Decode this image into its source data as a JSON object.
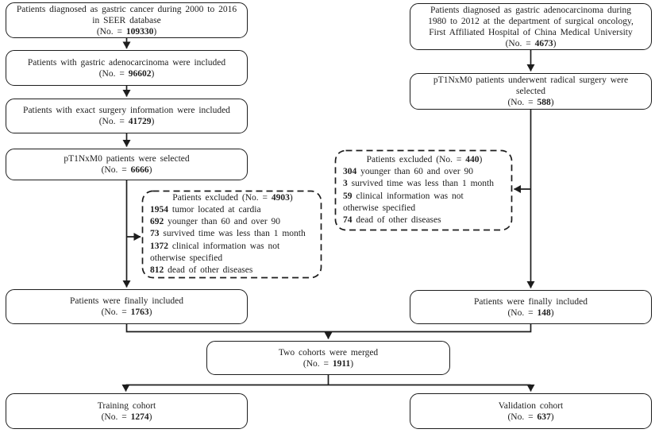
{
  "figure": {
    "background": "#ffffff",
    "ink": "#1d1d1d"
  },
  "no_format": {
    "prefix": "(No. = ",
    "suffix": ")"
  },
  "left": {
    "source": {
      "lines": [
        "Patients diagnosed as gastric cancer during 2000 to 2016",
        "in SEER database"
      ],
      "no": "109330"
    },
    "adeno": {
      "lines": [
        "Patients with gastric adenocarcinoma were included"
      ],
      "no": "96602"
    },
    "surgery": {
      "lines": [
        "Patients with exact surgery information were included"
      ],
      "no": "41729"
    },
    "pt1": {
      "lines": [
        "pT1NxM0 patients were selected"
      ],
      "no": "6666"
    },
    "excluded": {
      "title": "Patients excluded",
      "no": "4903",
      "items": [
        {
          "count": "1954",
          "text": "tumor located at cardia"
        },
        {
          "count": "692",
          "text": "younger than 60 and over 90"
        },
        {
          "count": "73",
          "text": "survived time was less than 1 month"
        },
        {
          "count": "1372",
          "text": "clinical information was not otherwise specified"
        },
        {
          "count": "812",
          "text": "dead of other diseases"
        }
      ]
    },
    "final": {
      "lines": [
        "Patients were finally included"
      ],
      "no": "1763"
    }
  },
  "right": {
    "source": {
      "lines": [
        "Patients diagnosed as gastric adenocarcinoma during",
        "1980 to 2012 at the department of surgical oncology,",
        "First Affiliated Hospital of China Medical University"
      ],
      "no": "4673"
    },
    "pt1": {
      "lines": [
        "pT1NxM0 patients underwent radical surgery were",
        "selected"
      ],
      "no": "588"
    },
    "excluded": {
      "title": "Patients excluded",
      "no": "440",
      "items": [
        {
          "count": "304",
          "text": "younger than 60 and over 90"
        },
        {
          "count": "3",
          "text": "survived time was less than 1 month"
        },
        {
          "count": "59",
          "text": "clinical information was not otherwise specified"
        },
        {
          "count": "74",
          "text": "dead of other diseases"
        }
      ]
    },
    "final": {
      "lines": [
        "Patients were finally included"
      ],
      "no": "148"
    }
  },
  "merged": {
    "lines": [
      "Two cohorts were merged"
    ],
    "no": "1911"
  },
  "training": {
    "lines": [
      "Training cohort"
    ],
    "no": "1274"
  },
  "validation": {
    "lines": [
      "Validation cohort"
    ],
    "no": "637"
  }
}
